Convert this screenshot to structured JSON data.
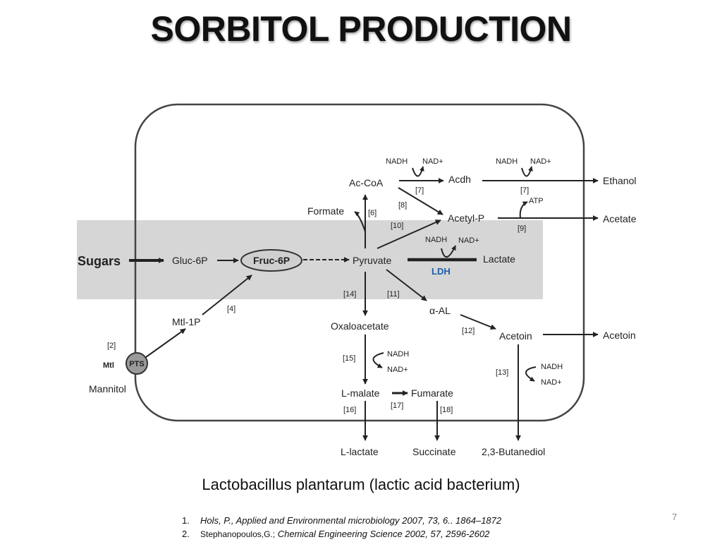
{
  "title": "SORBITOL PRODUCTION",
  "metabolites": {
    "sugars": "Sugars",
    "gluc6p": "Gluc-6P",
    "fruc6p": "Fruc-6P",
    "pyruvate": "Pyruvate",
    "lactate": "Lactate",
    "accoa": "Ac-CoA",
    "acdh": "Acdh",
    "ethanol": "Ethanol",
    "acetylp": "Acetyl-P",
    "acetate": "Acetate",
    "formate": "Formate",
    "oxaloacetate": "Oxaloacetate",
    "alpha_al": "α-AL",
    "acetoin_inner": "Acetoin",
    "acetoin_out": "Acetoin",
    "lmalate": "L-malate",
    "fumarate": "Fumarate",
    "llactate": "L-lactate",
    "succinate": "Succinate",
    "butanediol": "2,3-Butanediol",
    "mtl1p": "Mtl-1P",
    "mannitol": "Mannitol",
    "mtl": "Mtl",
    "pts": "PTS"
  },
  "cofactors": {
    "nadh_1": "NADH",
    "nad_1": "NAD+",
    "nadh_2": "NADH",
    "nad_2": "NAD+",
    "atp": "ATP",
    "nadh_3": "NADH",
    "nad_3": "NAD+",
    "nadh_4": "NADH",
    "nad_4": "NAD+",
    "nadh_5": "NADH",
    "nad_5": "NAD+"
  },
  "enzymes": {
    "ldh": "LDH"
  },
  "steps": {
    "s2": "[2]",
    "s4": "[4]",
    "s6": "[6]",
    "s7a": "[7]",
    "s7b": "[7]",
    "s8": "[8]",
    "s9": "[9]",
    "s10": "[10]",
    "s11": "[11]",
    "s12": "[12]",
    "s13": "[13]",
    "s14": "[14]",
    "s15": "[15]",
    "s16": "[16]",
    "s17": "[17]",
    "s18": "[18]"
  },
  "caption": "Lactobacillus plantarum (lactic acid bacterium)",
  "references": {
    "r1_num": "1.",
    "r1": "Hols, P., Applied and Environmental microbiology 2007, 73, 6.. 1864–1872",
    "r2_num": "2.",
    "r2_authors": "Stephanopoulos,G.;",
    "r2_journal": "Chemical Engineering Science 2002, 57, 2596-2602"
  },
  "page_number": "7",
  "colors": {
    "highlight_band": "#d6d6d6",
    "ldh_label": "#1f5fa8",
    "ink": "#222222"
  }
}
